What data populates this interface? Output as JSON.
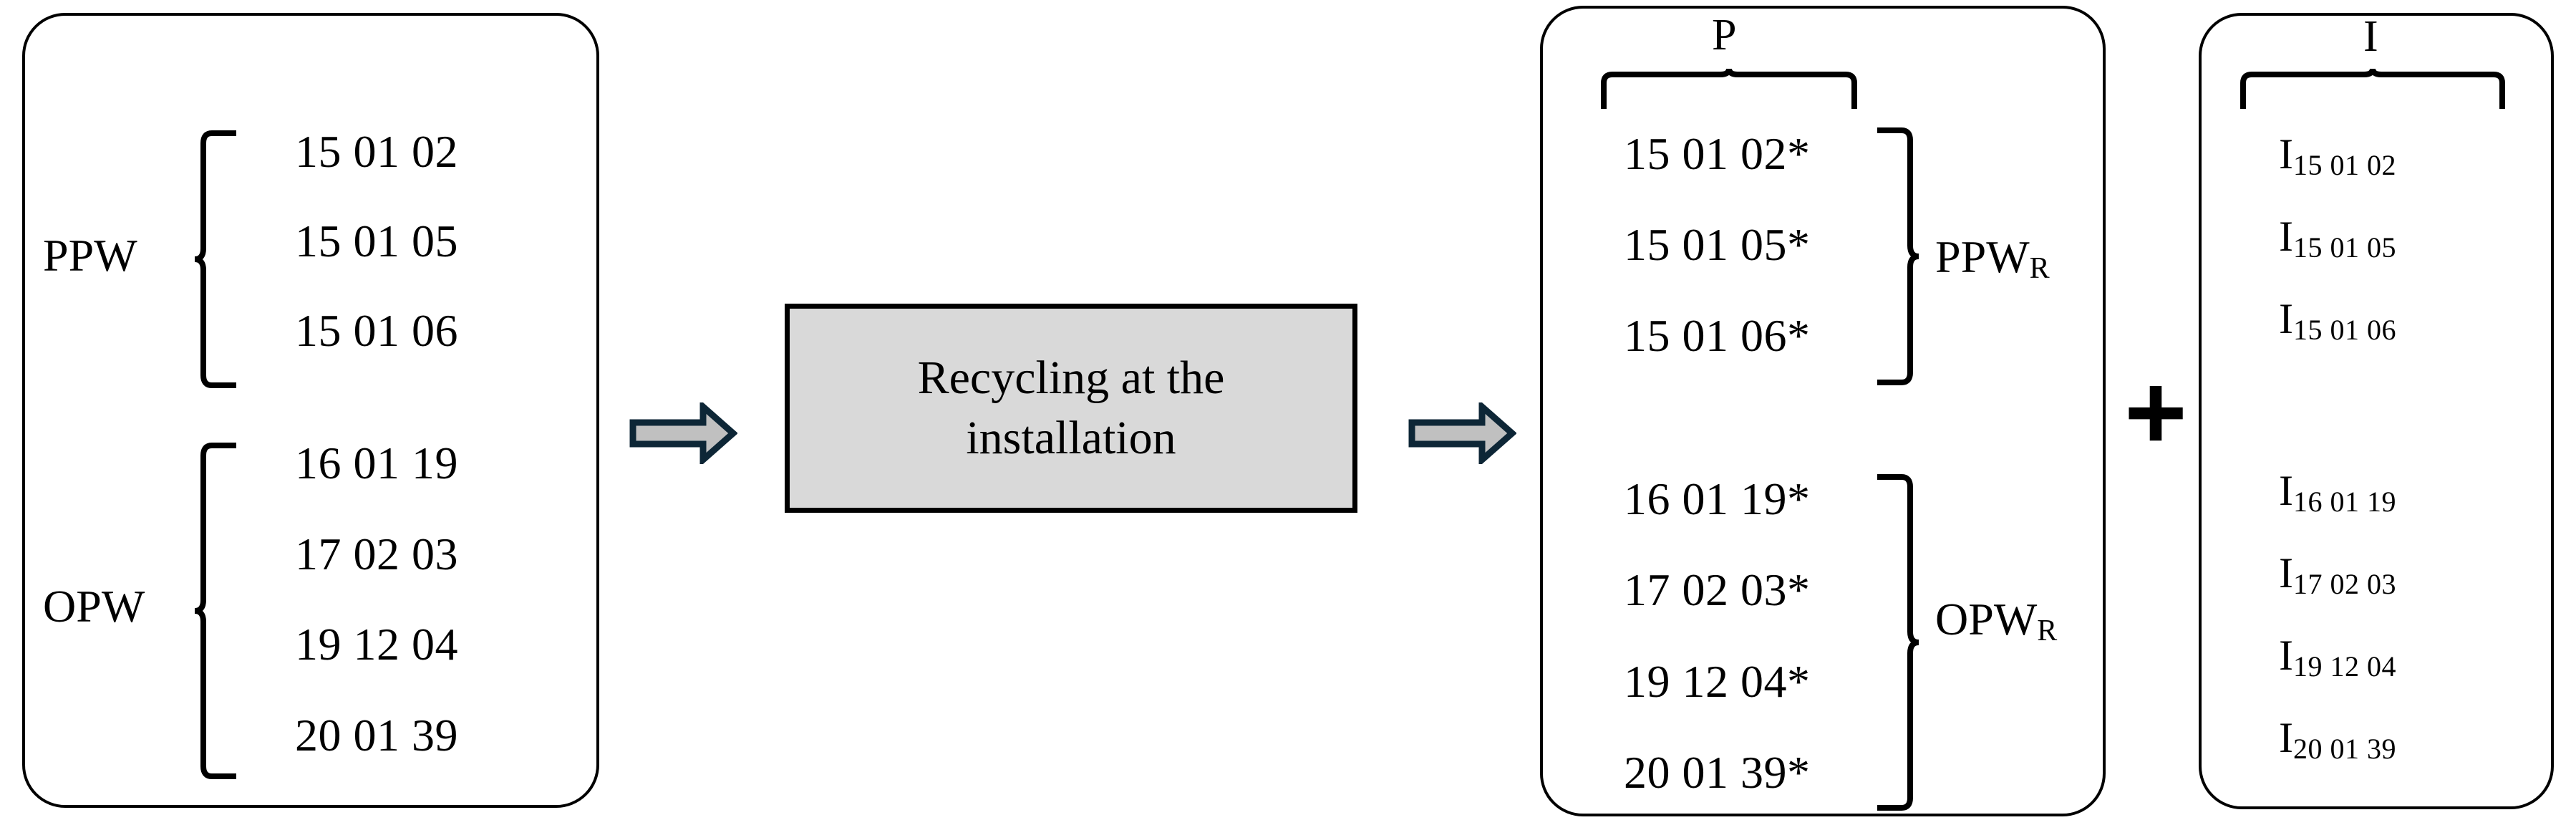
{
  "diagram": {
    "title": "Recycling at the installation material flow",
    "colors": {
      "process_fill": "#d9d9d9",
      "process_border": "#000000",
      "arrow_fill": "#c0c0c0",
      "arrow_border": "#0d2636",
      "box_border": "#000000",
      "text": "#000000"
    }
  },
  "input_box": {
    "name": "input-waste-box",
    "groups": [
      {
        "label": "PPW",
        "codes": [
          "15 01 02",
          "15 01 05",
          "15 01 06"
        ]
      },
      {
        "label": "OPW",
        "codes": [
          "16 01 19",
          "17 02 03",
          "19 12 04",
          "20 01 39"
        ]
      }
    ]
  },
  "process": {
    "name": "recycling-process",
    "label": "Recycling at the installation"
  },
  "arrows": {
    "first": {
      "name": "arrow-input-to-process",
      "direction": "right"
    },
    "second": {
      "name": "arrow-process-to-output",
      "direction": "right"
    }
  },
  "product_box": {
    "name": "product-box",
    "title": "P",
    "groups": [
      {
        "label": "PPW",
        "label_subscript": "R",
        "codes": [
          "15 01 02*",
          "15 01 05*",
          "15 01 06*"
        ]
      },
      {
        "label": "OPW",
        "label_subscript": "R",
        "codes": [
          "16 01 19*",
          "17 02 03*",
          "19 12 04*",
          "20 01 39*"
        ]
      }
    ]
  },
  "operator": {
    "name": "plus-operator",
    "symbol": "+"
  },
  "impact_box": {
    "name": "impact-box",
    "title": "I",
    "items": [
      {
        "symbol": "I",
        "subscript": "15 01 02"
      },
      {
        "symbol": "I",
        "subscript": "15 01 05"
      },
      {
        "symbol": "I",
        "subscript": "15 01 06"
      },
      {
        "symbol": "I",
        "subscript": "16 01 19"
      },
      {
        "symbol": "I",
        "subscript": "17 02 03"
      },
      {
        "symbol": "I",
        "subscript": "19 12 04"
      },
      {
        "symbol": "I",
        "subscript": "20 01 39"
      }
    ]
  }
}
